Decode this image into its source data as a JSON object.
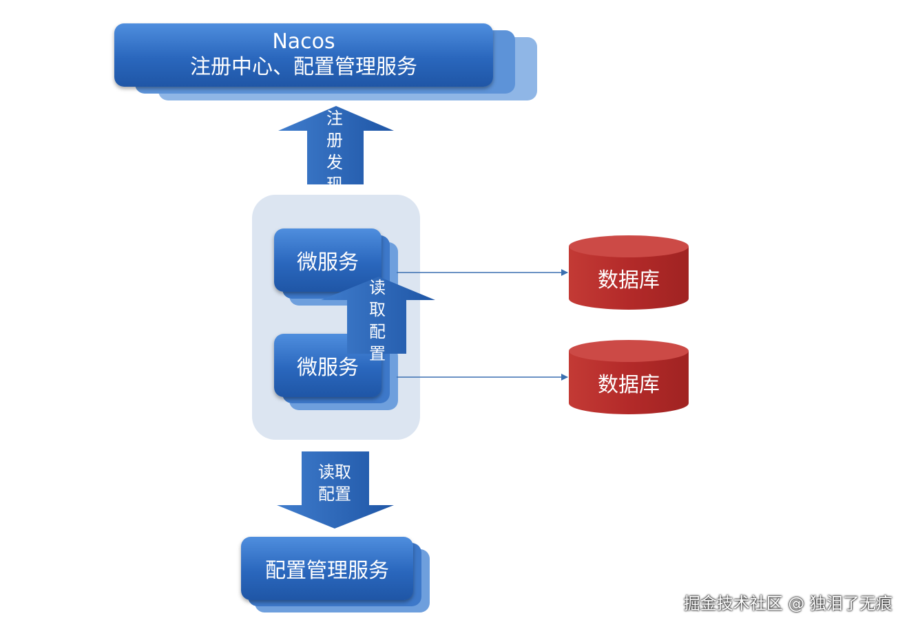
{
  "nacos": {
    "title": "Nacos",
    "subtitle": "注册中心、配置管理服务"
  },
  "arrows": {
    "register_discover": "注册发现",
    "read_config_inner": "读取配置",
    "read_config_down": "读取配置"
  },
  "microservices": [
    {
      "label": "微服务"
    },
    {
      "label": "微服务"
    }
  ],
  "databases": [
    {
      "label": "数据库"
    },
    {
      "label": "数据库"
    }
  ],
  "config_service": {
    "label": "配置管理服务"
  },
  "watermark": "掘金技术社区 @ 独泪了无痕",
  "colors": {
    "box_blue": "#2a67bd",
    "db_red": "#b32a29",
    "group_bg": "#dce5f1",
    "connector": "#3a6fb0"
  }
}
